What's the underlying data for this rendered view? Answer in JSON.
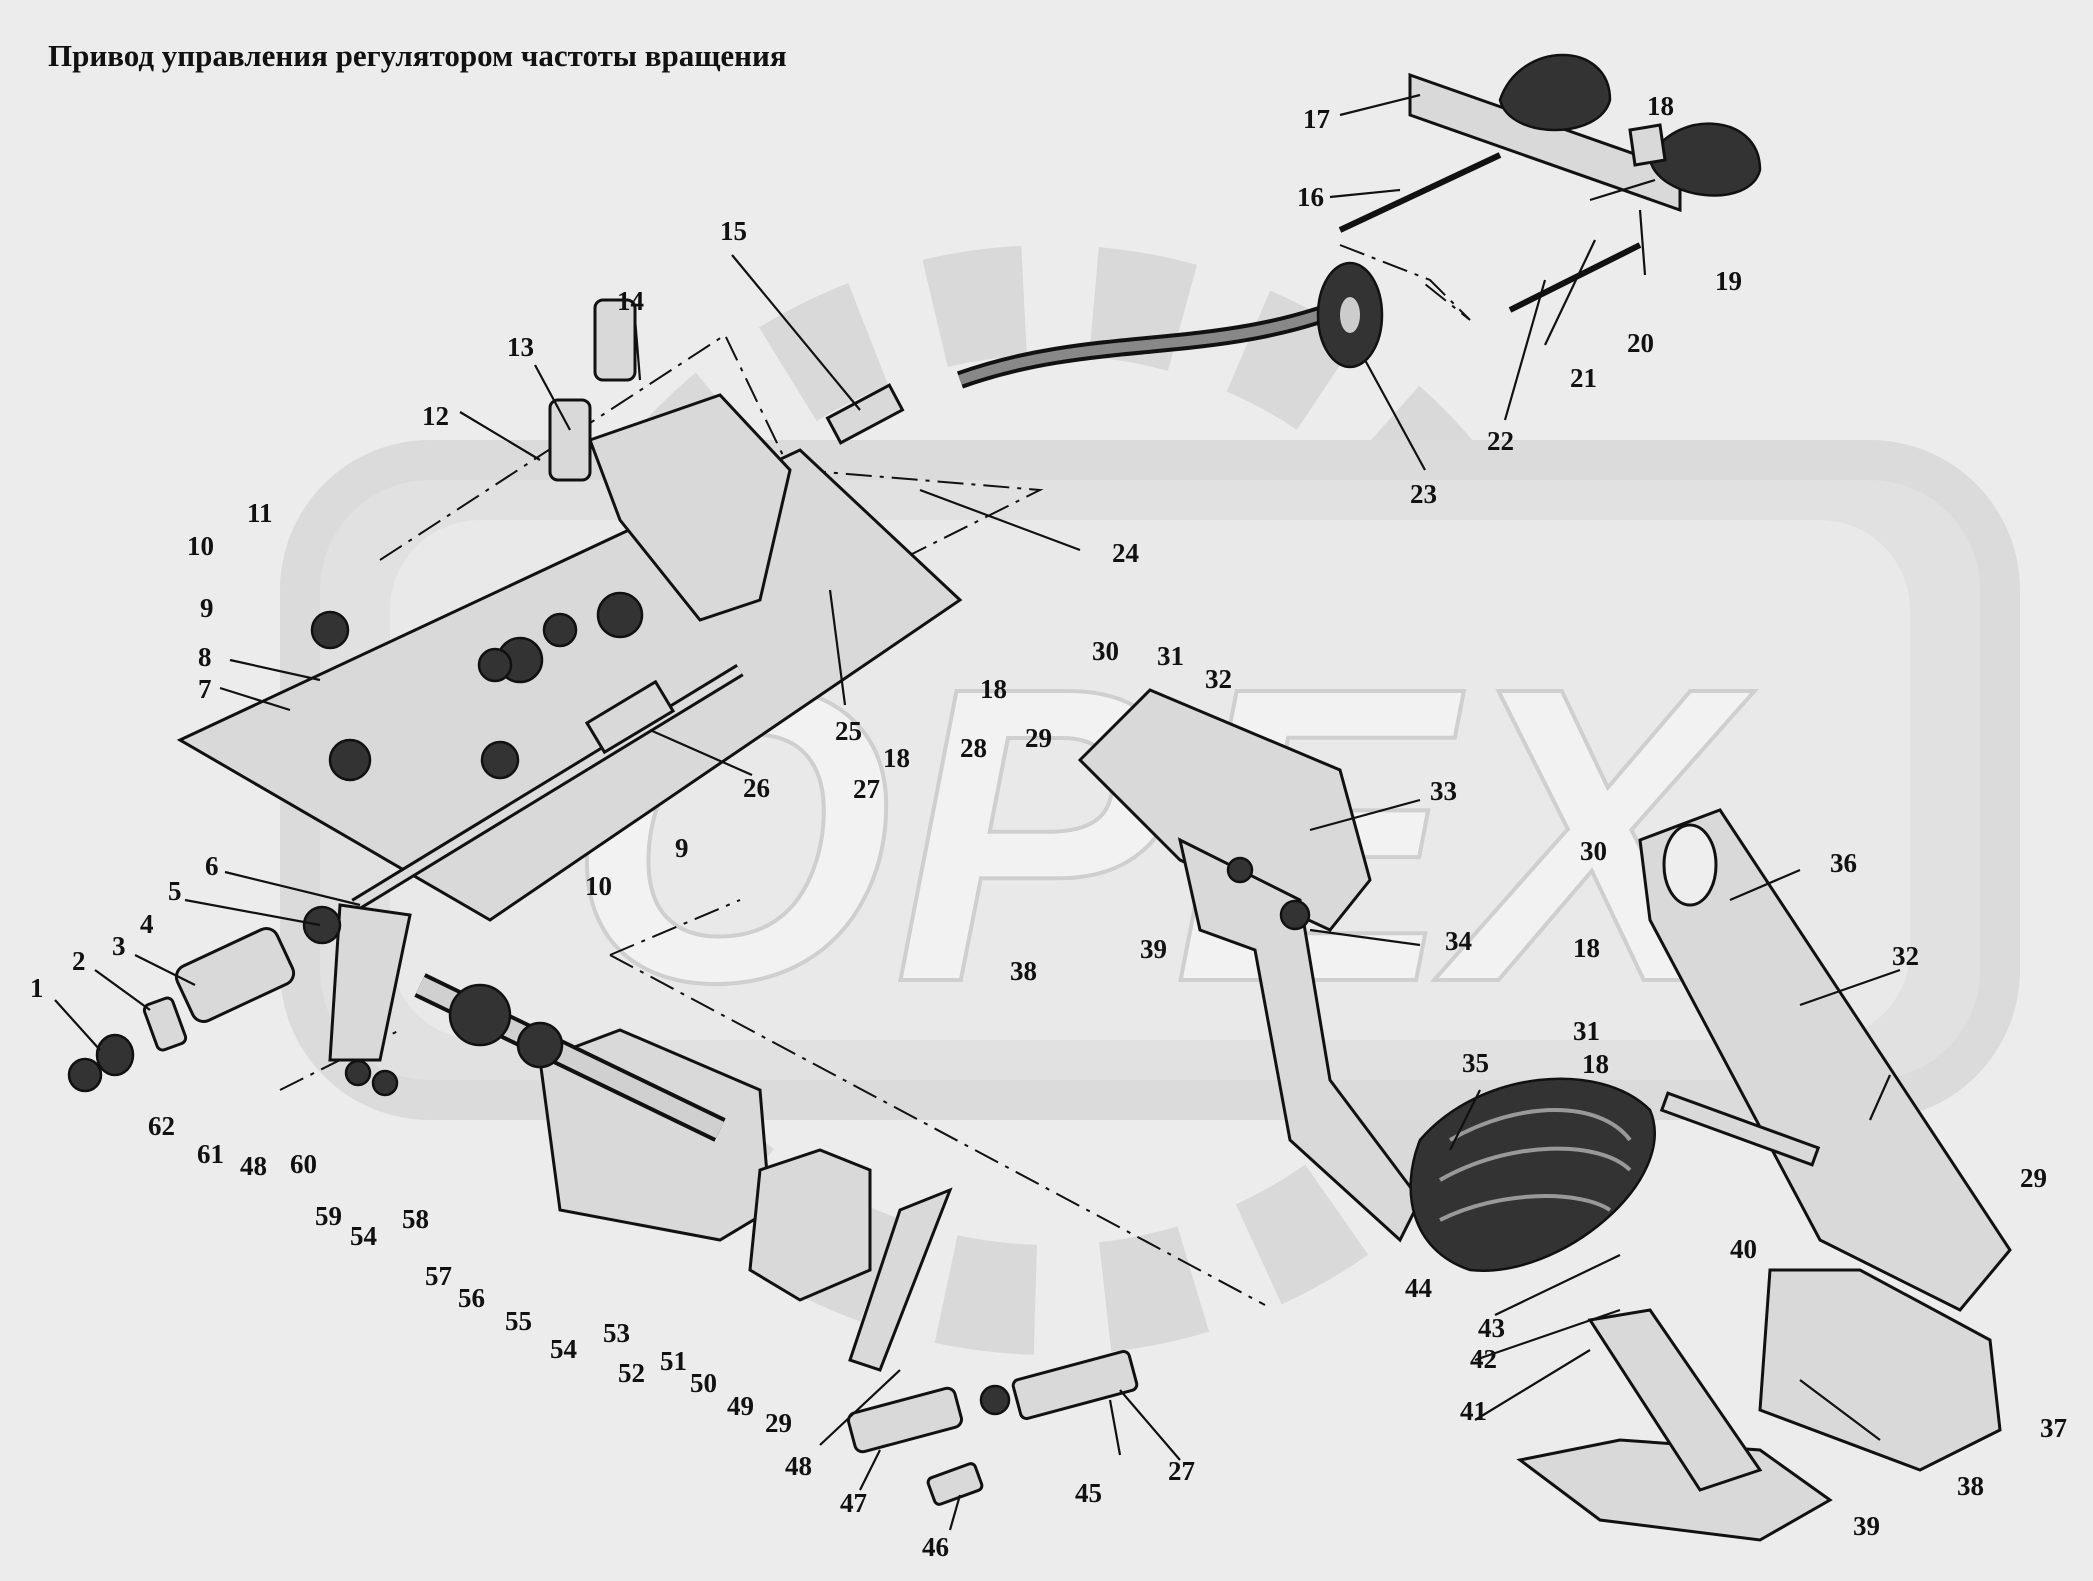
{
  "title": "Привод управления регулятором частоты вращения",
  "watermark": "OPEX",
  "callouts": [
    {
      "id": "c1",
      "num": "1"
    },
    {
      "id": "c2",
      "num": "2"
    },
    {
      "id": "c3",
      "num": "3"
    },
    {
      "id": "c4",
      "num": "4"
    },
    {
      "id": "c5",
      "num": "5"
    },
    {
      "id": "c6",
      "num": "6"
    },
    {
      "id": "c7",
      "num": "7"
    },
    {
      "id": "c8",
      "num": "8"
    },
    {
      "id": "c9a",
      "num": "9"
    },
    {
      "id": "c9b",
      "num": "9"
    },
    {
      "id": "c10a",
      "num": "10"
    },
    {
      "id": "c10b",
      "num": "10"
    },
    {
      "id": "c11",
      "num": "11"
    },
    {
      "id": "c12",
      "num": "12"
    },
    {
      "id": "c13",
      "num": "13"
    },
    {
      "id": "c14",
      "num": "14"
    },
    {
      "id": "c15",
      "num": "15"
    },
    {
      "id": "c16",
      "num": "16"
    },
    {
      "id": "c17",
      "num": "17"
    },
    {
      "id": "c18a",
      "num": "18"
    },
    {
      "id": "c18b",
      "num": "18"
    },
    {
      "id": "c18c",
      "num": "18"
    },
    {
      "id": "c18d",
      "num": "18"
    },
    {
      "id": "c18e",
      "num": "18"
    },
    {
      "id": "c19",
      "num": "19"
    },
    {
      "id": "c20",
      "num": "20"
    },
    {
      "id": "c21",
      "num": "21"
    },
    {
      "id": "c22",
      "num": "22"
    },
    {
      "id": "c23",
      "num": "23"
    },
    {
      "id": "c24",
      "num": "24"
    },
    {
      "id": "c25",
      "num": "25"
    },
    {
      "id": "c26",
      "num": "26"
    },
    {
      "id": "c27a",
      "num": "27"
    },
    {
      "id": "c27b",
      "num": "27"
    },
    {
      "id": "c28",
      "num": "28"
    },
    {
      "id": "c29a",
      "num": "29"
    },
    {
      "id": "c29b",
      "num": "29"
    },
    {
      "id": "c29c",
      "num": "29"
    },
    {
      "id": "c30a",
      "num": "30"
    },
    {
      "id": "c30b",
      "num": "30"
    },
    {
      "id": "c31a",
      "num": "31"
    },
    {
      "id": "c31b",
      "num": "31"
    },
    {
      "id": "c32a",
      "num": "32"
    },
    {
      "id": "c32b",
      "num": "32"
    },
    {
      "id": "c33",
      "num": "33"
    },
    {
      "id": "c34",
      "num": "34"
    },
    {
      "id": "c35",
      "num": "35"
    },
    {
      "id": "c36",
      "num": "36"
    },
    {
      "id": "c37",
      "num": "37"
    },
    {
      "id": "c38a",
      "num": "38"
    },
    {
      "id": "c38b",
      "num": "38"
    },
    {
      "id": "c39a",
      "num": "39"
    },
    {
      "id": "c39b",
      "num": "39"
    },
    {
      "id": "c40",
      "num": "40"
    },
    {
      "id": "c41",
      "num": "41"
    },
    {
      "id": "c42",
      "num": "42"
    },
    {
      "id": "c43",
      "num": "43"
    },
    {
      "id": "c44",
      "num": "44"
    },
    {
      "id": "c45",
      "num": "45"
    },
    {
      "id": "c46",
      "num": "46"
    },
    {
      "id": "c47",
      "num": "47"
    },
    {
      "id": "c48a",
      "num": "48"
    },
    {
      "id": "c48b",
      "num": "48"
    },
    {
      "id": "c49",
      "num": "49"
    },
    {
      "id": "c50",
      "num": "50"
    },
    {
      "id": "c51",
      "num": "51"
    },
    {
      "id": "c52",
      "num": "52"
    },
    {
      "id": "c53",
      "num": "53"
    },
    {
      "id": "c54a",
      "num": "54"
    },
    {
      "id": "c54b",
      "num": "54"
    },
    {
      "id": "c55",
      "num": "55"
    },
    {
      "id": "c56",
      "num": "56"
    },
    {
      "id": "c57",
      "num": "57"
    },
    {
      "id": "c58",
      "num": "58"
    },
    {
      "id": "c59",
      "num": "59"
    },
    {
      "id": "c60",
      "num": "60"
    },
    {
      "id": "c61",
      "num": "61"
    },
    {
      "id": "c62",
      "num": "62"
    }
  ]
}
